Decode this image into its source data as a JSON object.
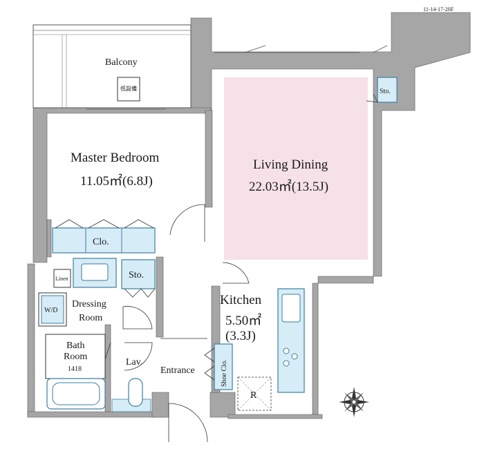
{
  "plan_code": "11-14-17-20F",
  "rooms": {
    "balcony": {
      "name": "Balcony",
      "note": "低設備"
    },
    "master_bedroom": {
      "name": "Master Bedroom",
      "area": "11.05㎡(6.8J)"
    },
    "living_dining": {
      "name": "Living Dining",
      "area": "22.03㎡(13.5J)"
    },
    "kitchen": {
      "name": "Kitchen",
      "area": "5.50㎡",
      "area_j": "(3.3J)"
    },
    "dressing_room": {
      "line1": "Dressing",
      "line2": "Room"
    },
    "bath_room": {
      "line1": "Bath",
      "line2": "Room",
      "line3": "1418"
    },
    "lavatory": {
      "name": "Lav."
    },
    "entrance": {
      "name": "Entrance"
    }
  },
  "storage": {
    "closet": "Clo.",
    "storage_inner": "Sto.",
    "storage_living": "Sto.",
    "linen": "Linen",
    "washer_dryer": "W/D",
    "shoe_closet": "Shoe Clo.",
    "refrigerator": "R"
  },
  "colors": {
    "wall": "#a6a6a6",
    "living_highlight": "#f6e1e9",
    "fixture_fill": "#d6ecf6",
    "fixture_stroke": "#3a7ea0",
    "line": "#333333"
  },
  "icons": [
    "compass-rose-icon",
    "stove-icon",
    "sink-icon",
    "bathtub-icon",
    "toilet-icon"
  ]
}
